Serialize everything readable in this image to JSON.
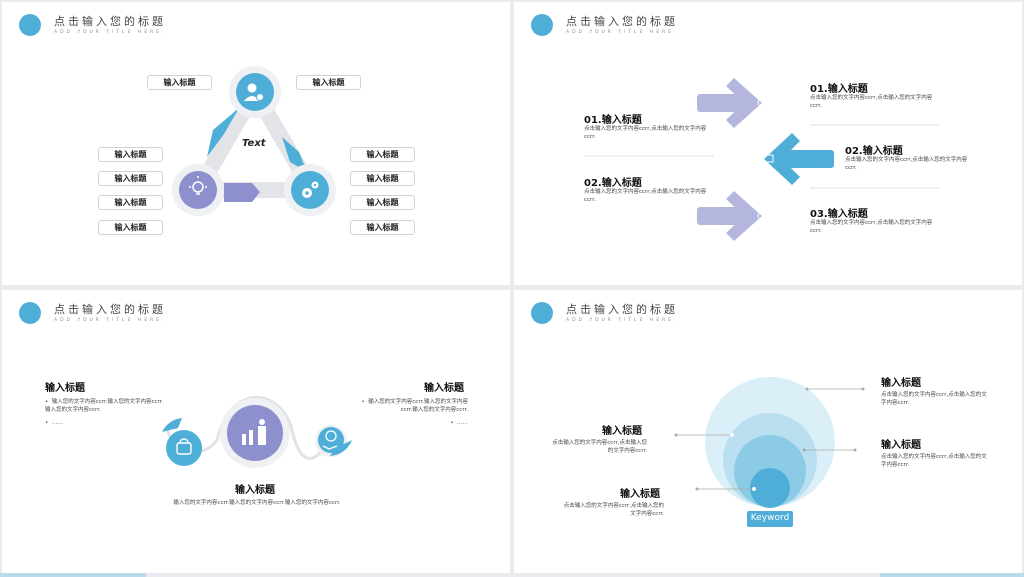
{
  "header": {
    "title": "点击输入您的标题",
    "subtitle": "ADD YOUR TITLE HERE."
  },
  "slide1": {
    "center_text": "Text",
    "labels": [
      "输入标题",
      "输入标题",
      "输入标题",
      "输入标题",
      "输入标题",
      "输入标题",
      "输入标题",
      "输入标题",
      "输入标题",
      "输入标题"
    ]
  },
  "slide2": {
    "items": [
      {
        "title": "01.输入标题",
        "text": "点击输入您的文字内容ccrr,点击输入您的文字内容ccrr."
      },
      {
        "title": "02.输入标题",
        "text": "点击输入您的文字内容ccrr,点击输入您的文字内容ccrr."
      },
      {
        "title": "01.输入标题",
        "text": "点击输入您的文字内容ccrr,点击输入您的文字内容ccrr."
      },
      {
        "title": "02.输入标题",
        "text": "点击输入您的文字内容ccrr,点击输入您的文字内容ccrr."
      },
      {
        "title": "03.输入标题",
        "text": "点击输入您的文字内容ccrr,点击输入您的文字内容ccrr."
      }
    ]
  },
  "slide3": {
    "left": {
      "title": "输入标题",
      "bullet1": "输入您的文字内容ccrr.输入您的文字内容ccrr.输入您的文字内容ccrr.",
      "bullet2": "……"
    },
    "right": {
      "title": "输入标题",
      "bullet1": "输入您的文字内容ccrr.输入您的文字内容ccrr.输入您的文字内容ccrr.",
      "bullet2": "……"
    },
    "center": {
      "title": "输入标题",
      "text": "输入您的文字内容ccrr.输入您的文字内容ccrr.输入您的文字内容ccrr."
    }
  },
  "slide4": {
    "keyword": "Keyword",
    "items": [
      {
        "title": "输入标题",
        "text": "点击输入您的文字内容ccrr,点击输入您的文字内容ccrr."
      },
      {
        "title": "输入标题",
        "text": "点击输入您的文字内容ccrr,点击输入您的文字内容ccrr."
      },
      {
        "title": "输入标题",
        "text": "点击输入您的文字内容ccrr,点击输入您的文字内容ccrr."
      },
      {
        "title": "输入标题",
        "text": "点击输入您的文字内容ccrr,点击输入您的文字内容ccrr."
      }
    ]
  },
  "colors": {
    "blue": "#4eaed8",
    "purple": "#8d90cc",
    "light_purple": "#b4b6de",
    "light_blue": "#cce6f2"
  }
}
